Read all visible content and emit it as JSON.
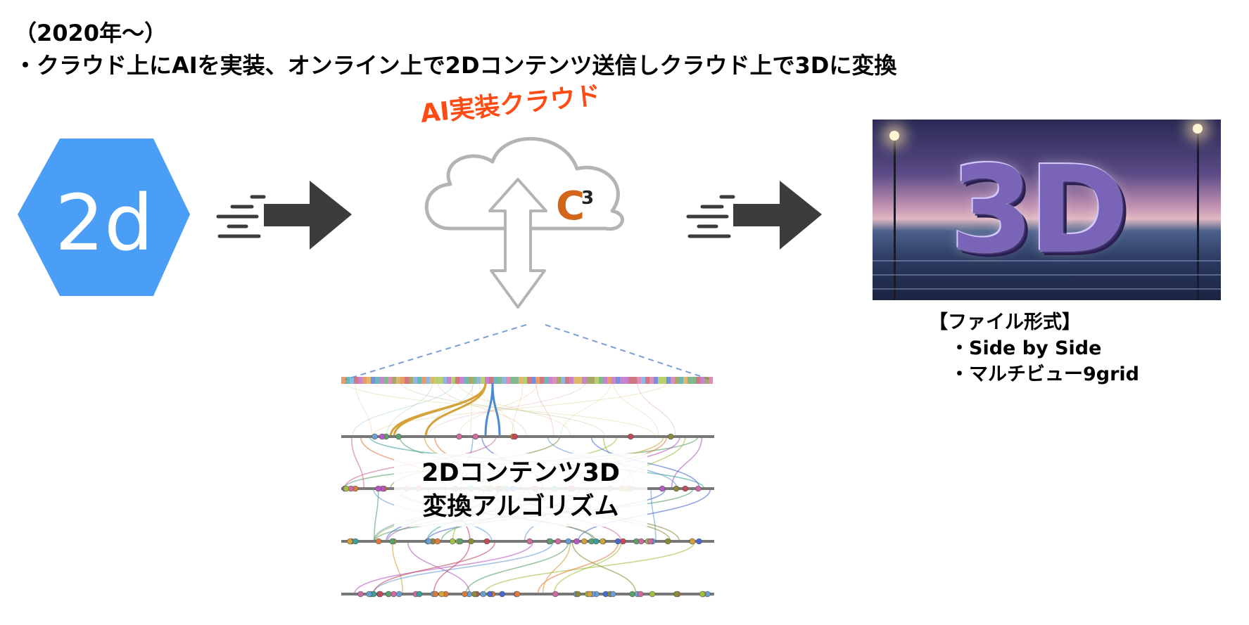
{
  "heading": {
    "line1": "（2020年～）",
    "line2": "・クラウド上にAIを実装、オンライン上で2Dコンテンツ送信しクラウド上で3Dに変換"
  },
  "source": {
    "hex_label": "2d",
    "hex_color": "#4a9ef5"
  },
  "cloud": {
    "label": "AI実装クラウド",
    "label_color": "#ff4b14",
    "logo_letter": "C",
    "logo_sup": "3",
    "logo_color": "#d2661b"
  },
  "algorithm": {
    "line1": "2Dコンテンツ3D",
    "line2": "変換アルゴリズム"
  },
  "output": {
    "image_text": "3D",
    "file_format_title": "【ファイル形式】",
    "formats": [
      "・Side by Side",
      "・マルチビュー9grid"
    ]
  }
}
